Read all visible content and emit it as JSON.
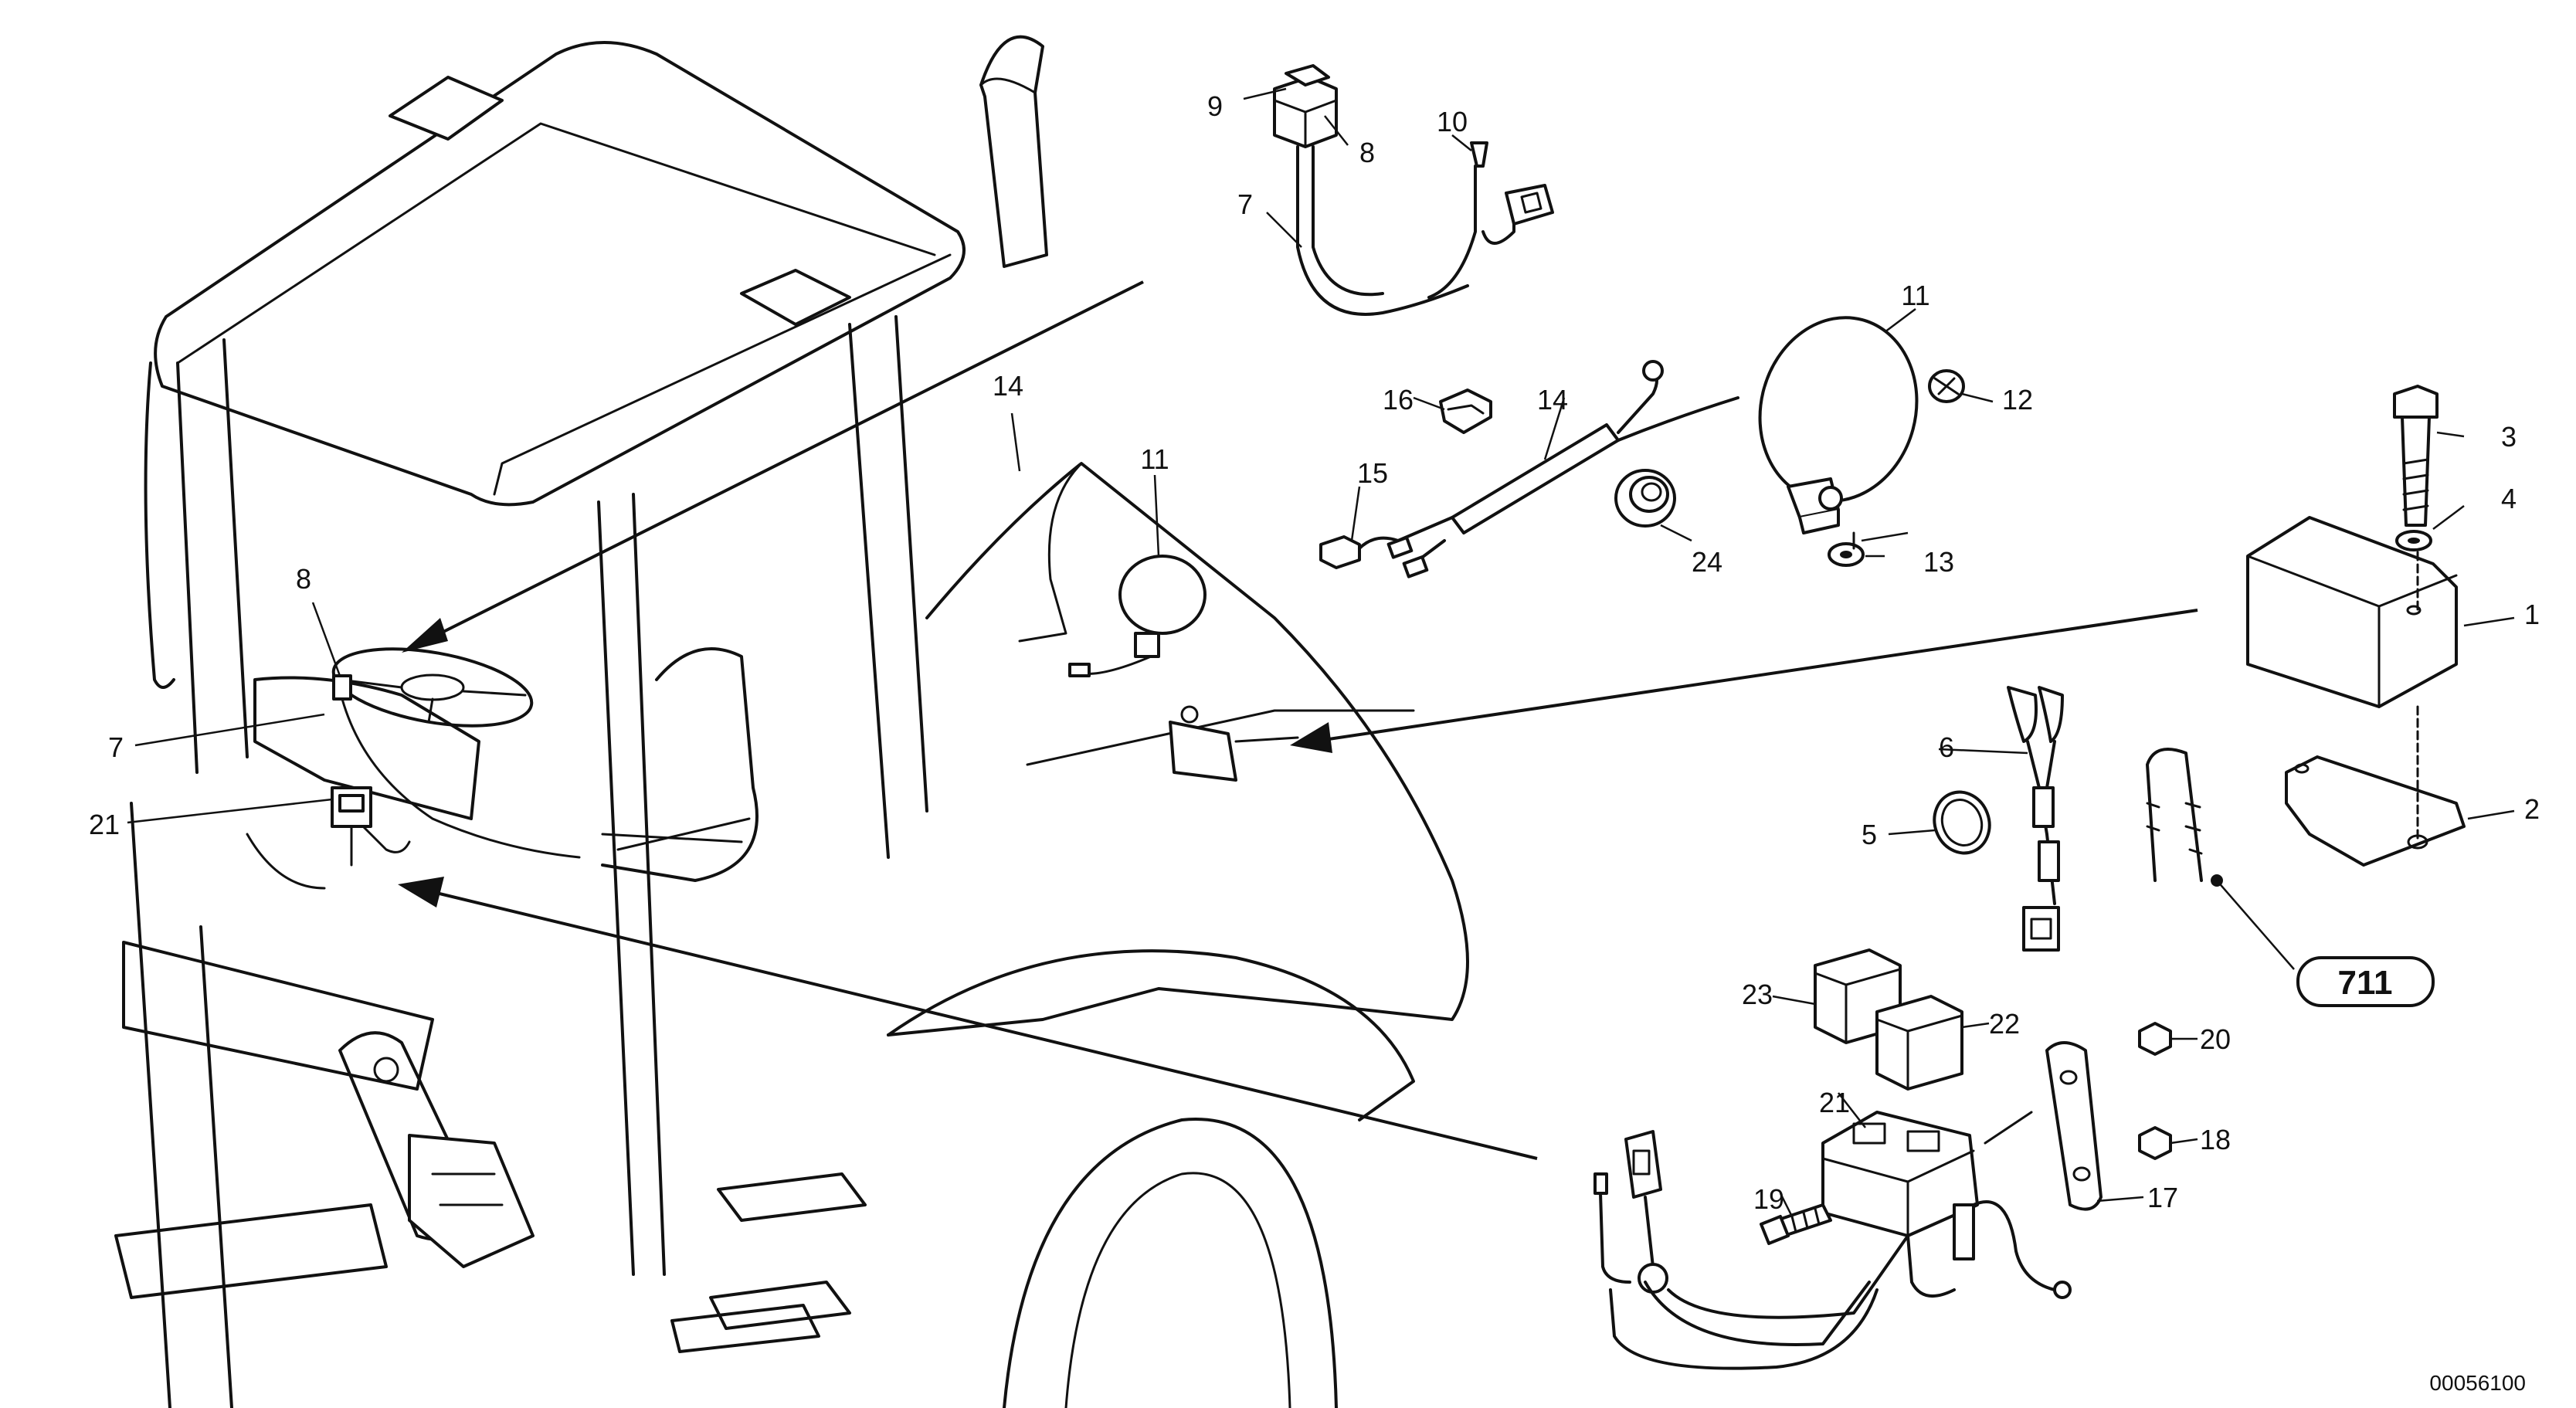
{
  "callouts": {
    "c1": "1",
    "c2": "2",
    "c3": "3",
    "c4": "4",
    "c5": "5",
    "c6": "6",
    "c7a": "7",
    "c7b": "7",
    "c8a": "8",
    "c8b": "8",
    "c9": "9",
    "c10": "10",
    "c11a": "11",
    "c11b": "11",
    "c12": "12",
    "c13": "13",
    "c14a": "14",
    "c14b": "14",
    "c15": "15",
    "c16": "16",
    "c17": "17",
    "c18": "18",
    "c19": "19",
    "c20": "20",
    "c21a": "21",
    "c21b": "21",
    "c22": "22",
    "c23": "23",
    "c24": "24"
  },
  "reference_box": "711",
  "drawing_number": "00056100"
}
